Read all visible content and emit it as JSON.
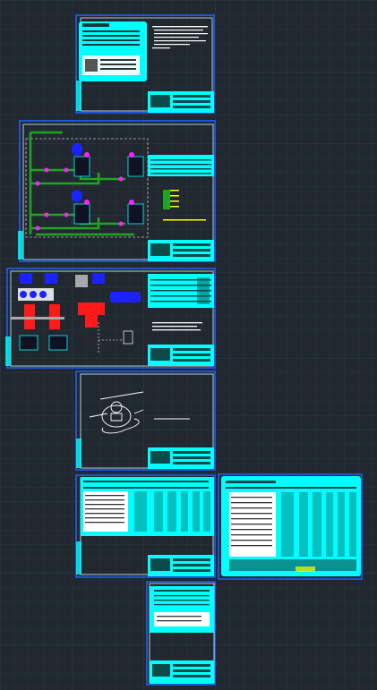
{
  "app": {
    "view": "model-space-drawing-overview",
    "background_color": "#212830",
    "grid_color": "#2b333d"
  },
  "colors": {
    "sheet_border": "#1e63ff",
    "inner_border": "#d8f4ff",
    "cyan": "#00ffff",
    "green": "#1fa51f",
    "magenta": "#ff22ff",
    "blue": "#1a22ff",
    "red": "#ff1a1a",
    "yellow": "#ffff00",
    "white": "#ffffff"
  },
  "sheets": [
    {
      "id": "sheet-1",
      "content": "notes-and-legend"
    },
    {
      "id": "sheet-2",
      "content": "piping-schematic"
    },
    {
      "id": "sheet-3",
      "content": "equipment-layout"
    },
    {
      "id": "sheet-4",
      "content": "detail-drawing"
    },
    {
      "id": "sheet-5",
      "content": "schedule-table"
    },
    {
      "id": "sheet-6",
      "content": "schedule-table-wide"
    },
    {
      "id": "sheet-7",
      "content": "schedule-table-small"
    }
  ]
}
